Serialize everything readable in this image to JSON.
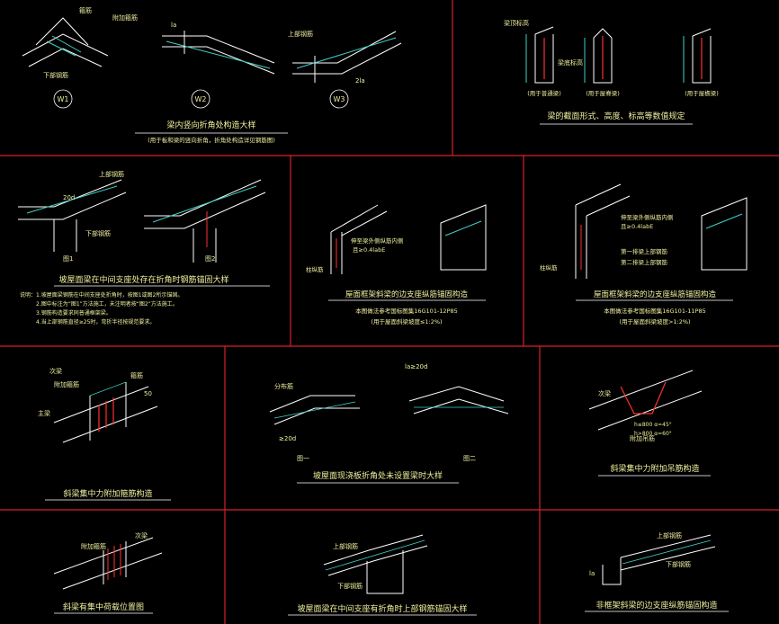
{
  "colors": {
    "background": "#000000",
    "border": "#d8202a",
    "line": "#ffffff",
    "dim": "#3fd0c8",
    "rebar": "#ff3030",
    "text": "#ffffff",
    "label": "#f0f0a0"
  },
  "panels": {
    "p1": {
      "title": "梁内竖向折角处构造大样",
      "subtitle": "(用于板和梁的竖向折角，折角处构造详见钢筋图)",
      "labels": [
        "W1",
        "W2",
        "W3"
      ],
      "notes": [
        "箍筋",
        "附加箍筋",
        "上部钢筋",
        "下部钢筋",
        "la",
        "2la"
      ]
    },
    "p2": {
      "title": "梁的截面形式、高度、标高等数值规定",
      "labels": [
        "梁顶标高",
        "梁底标高",
        "(用于普通梁)",
        "(用于屋脊梁)",
        "(用于屋檐梁)"
      ]
    },
    "p3": {
      "title": "坡屋面梁在中间支座处存在折角时钢筋锚固大样",
      "labels": [
        "图1",
        "图2",
        "上部钢筋",
        "下部钢筋",
        "20d"
      ],
      "notes": [
        "说明：1.坡屋面梁钢筋在中间支座处折角时，按图1或图2所示锚固。",
        "2.图中标注为“图1”方法施工，未注明者按“图2”方法施工。",
        "3.钢筋构造要求同普通框架梁。",
        "4.当上部钢筋直径≥25时，弯折半径按规范要求。"
      ]
    },
    "p4": {
      "title": "屋面框架斜梁的边支座纵筋锚固构造",
      "subtitle": "本图做法参考国标图集16G101-12P85",
      "subtitle2": "(用于屋面斜梁坡度≤1:2%)",
      "labels": [
        "伸至梁外侧纵筋内侧",
        "且≥0.4labE",
        "柱纵筋"
      ]
    },
    "p5": {
      "title": "屋面框架斜梁的边支座纵筋锚固构造",
      "subtitle": "本图做法参考国标图集16G101-11P85",
      "subtitle2": "(用于屋面斜梁坡度>1:2%)",
      "labels": [
        "伸至梁外侧纵筋内侧",
        "且≥0.4labE",
        "第一排梁上部钢筋",
        "第二排梁上部钢筋",
        "柱纵筋"
      ]
    },
    "p6": {
      "title": "斜梁集中力附加箍筋构造",
      "labels": [
        "次梁",
        "主梁",
        "附加箍筋",
        "箍筋",
        "50"
      ]
    },
    "p7": {
      "title": "坡屋面现浇板折角处未设置梁时大样",
      "labels": [
        "图一",
        "图二",
        "la≥20d",
        "分布筋",
        "≥20d"
      ]
    },
    "p8": {
      "title": "斜梁集中力附加吊筋构造",
      "labels": [
        "次梁",
        "附加吊筋",
        "h≤800  α=45°",
        "h>800  α=60°"
      ]
    },
    "p9": {
      "title": "斜梁有集中荷载位置图",
      "labels": [
        "附加箍筋",
        "次梁"
      ]
    },
    "p10": {
      "title": "坡屋面梁在中间支座有折角时上部钢筋锚固大样",
      "labels": [
        "上部钢筋",
        "下部钢筋"
      ]
    },
    "p11": {
      "title": "非框架斜梁的边支座纵筋锚固构造",
      "labels": [
        "上部钢筋",
        "下部钢筋",
        "la"
      ]
    }
  }
}
